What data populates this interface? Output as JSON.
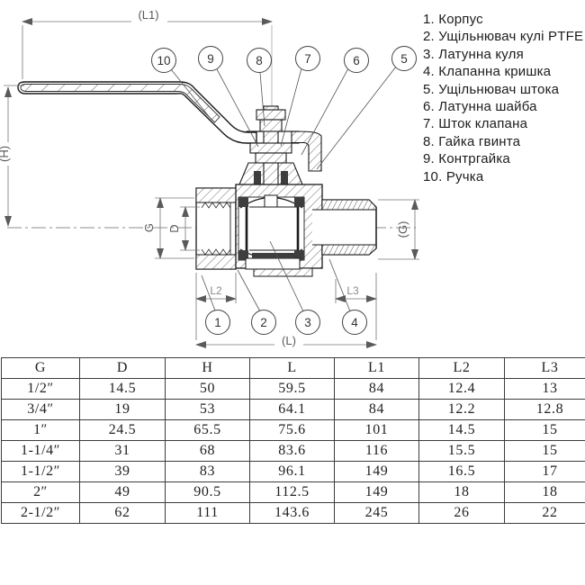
{
  "parts_list": {
    "items": [
      "1. Корпус",
      "2. Ущільнювач кулі PTFE",
      "3. Латунна куля",
      "4. Клапанна кришка",
      "5. Ущільнювач штока",
      "6. Латунна шайба",
      "7. Шток клапана",
      "8. Гайка гвинта",
      "9. Контргайка",
      "10. Ручка"
    ]
  },
  "drawing": {
    "dims": {
      "L1": "(L1)",
      "H": "(H)",
      "G_left": "G",
      "D": "D",
      "G_right": "(G)",
      "L2": "L2",
      "L3": "L3",
      "L": "(L)"
    },
    "callouts": [
      "1",
      "2",
      "3",
      "4",
      "5",
      "6",
      "7",
      "8",
      "9",
      "10"
    ]
  },
  "table": {
    "headers": [
      "G",
      "D",
      "H",
      "L",
      "L1",
      "L2",
      "L3"
    ],
    "rows": [
      [
        "1/2″",
        "14.5",
        "50",
        "59.5",
        "84",
        "12.4",
        "13"
      ],
      [
        "3/4″",
        "19",
        "53",
        "64.1",
        "84",
        "12.2",
        "12.8"
      ],
      [
        "1″",
        "24.5",
        "65.5",
        "75.6",
        "101",
        "14.5",
        "15"
      ],
      [
        "1-1/4″",
        "31",
        "68",
        "83.6",
        "116",
        "15.5",
        "15"
      ],
      [
        "1-1/2″",
        "39",
        "83",
        "96.1",
        "149",
        "16.5",
        "17"
      ],
      [
        "2″",
        "49",
        "90.5",
        "112.5",
        "149",
        "18",
        "18"
      ],
      [
        "2-1/2″",
        "62",
        "111",
        "143.6",
        "245",
        "26",
        "22"
      ]
    ]
  }
}
